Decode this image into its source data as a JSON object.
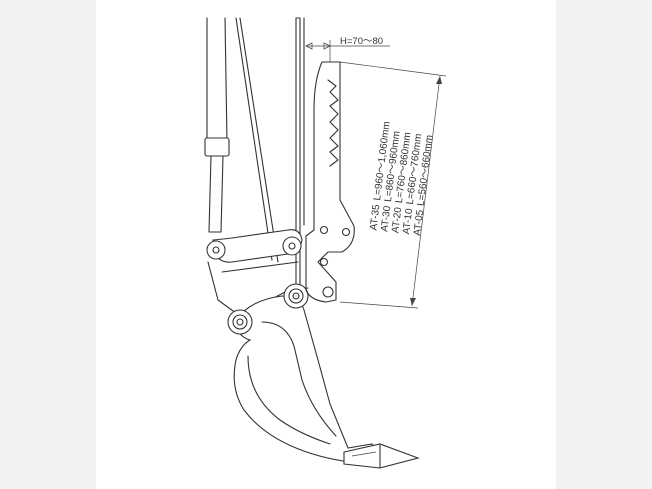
{
  "dimension": {
    "height_label": "H=70～80"
  },
  "specs": [
    {
      "model": "AT-35",
      "range": "L=960〜1,060mm"
    },
    {
      "model": "AT-30",
      "range": "L=860〜960mm"
    },
    {
      "model": "AT-20",
      "range": "L=760〜860mm"
    },
    {
      "model": "AT-10",
      "range": "L=660〜760mm"
    },
    {
      "model": "AT-05",
      "range": "L=560〜660mm"
    }
  ],
  "colors": {
    "line": "#333333",
    "background": "#ffffff",
    "page": "#f2f2f2"
  }
}
